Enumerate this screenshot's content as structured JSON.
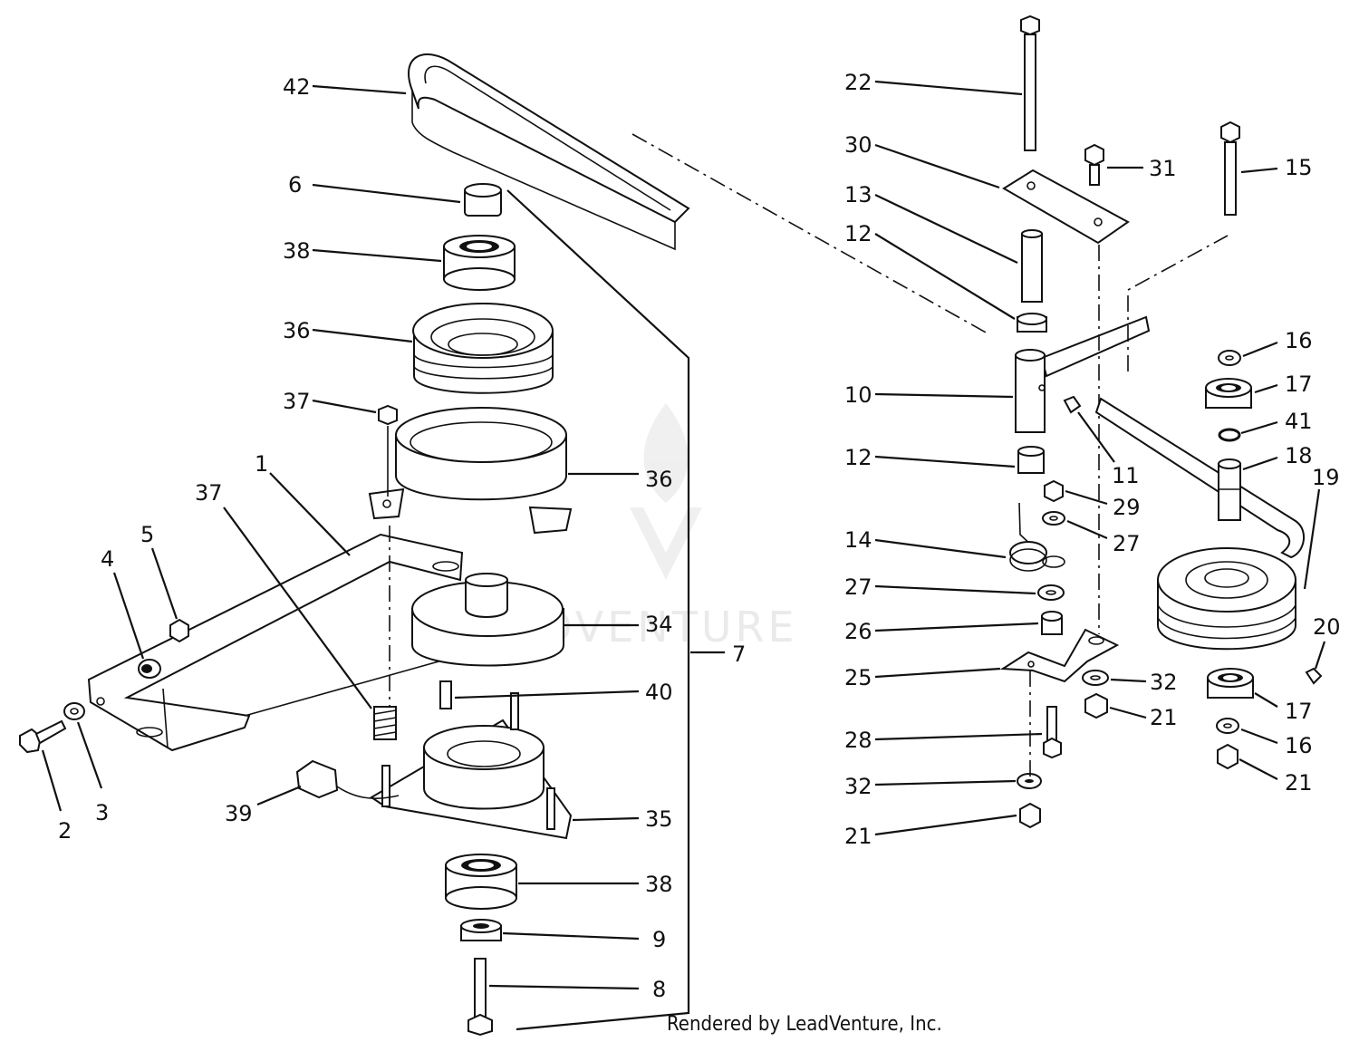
{
  "watermark": "LEADVENTURE",
  "credit": "Rendered by LeadVenture, Inc.",
  "callouts": [
    {
      "id": "42",
      "text": "42"
    },
    {
      "id": "6",
      "text": "6"
    },
    {
      "id": "38a",
      "text": "38"
    },
    {
      "id": "36a",
      "text": "36"
    },
    {
      "id": "37a",
      "text": "37"
    },
    {
      "id": "36b",
      "text": "36"
    },
    {
      "id": "1",
      "text": "1"
    },
    {
      "id": "37b",
      "text": "37"
    },
    {
      "id": "5",
      "text": "5"
    },
    {
      "id": "4",
      "text": "4"
    },
    {
      "id": "34",
      "text": "34"
    },
    {
      "id": "7",
      "text": "7"
    },
    {
      "id": "40",
      "text": "40"
    },
    {
      "id": "2",
      "text": "2"
    },
    {
      "id": "3",
      "text": "3"
    },
    {
      "id": "39",
      "text": "39"
    },
    {
      "id": "35",
      "text": "35"
    },
    {
      "id": "38b",
      "text": "38"
    },
    {
      "id": "9",
      "text": "9"
    },
    {
      "id": "8",
      "text": "8"
    },
    {
      "id": "22",
      "text": "22"
    },
    {
      "id": "30",
      "text": "30"
    },
    {
      "id": "31",
      "text": "31"
    },
    {
      "id": "15",
      "text": "15"
    },
    {
      "id": "13",
      "text": "13"
    },
    {
      "id": "12a",
      "text": "12"
    },
    {
      "id": "16a",
      "text": "16"
    },
    {
      "id": "10",
      "text": "10"
    },
    {
      "id": "17a",
      "text": "17"
    },
    {
      "id": "41",
      "text": "41"
    },
    {
      "id": "11",
      "text": "11"
    },
    {
      "id": "18",
      "text": "18"
    },
    {
      "id": "19",
      "text": "19"
    },
    {
      "id": "12b",
      "text": "12"
    },
    {
      "id": "29",
      "text": "29"
    },
    {
      "id": "27a",
      "text": "27"
    },
    {
      "id": "14",
      "text": "14"
    },
    {
      "id": "27b",
      "text": "27"
    },
    {
      "id": "26",
      "text": "26"
    },
    {
      "id": "20",
      "text": "20"
    },
    {
      "id": "25",
      "text": "25"
    },
    {
      "id": "32a",
      "text": "32"
    },
    {
      "id": "17b",
      "text": "17"
    },
    {
      "id": "21a",
      "text": "21"
    },
    {
      "id": "28",
      "text": "28"
    },
    {
      "id": "16b",
      "text": "16"
    },
    {
      "id": "21b",
      "text": "21"
    },
    {
      "id": "32b",
      "text": "32"
    },
    {
      "id": "21c",
      "text": "21"
    }
  ]
}
